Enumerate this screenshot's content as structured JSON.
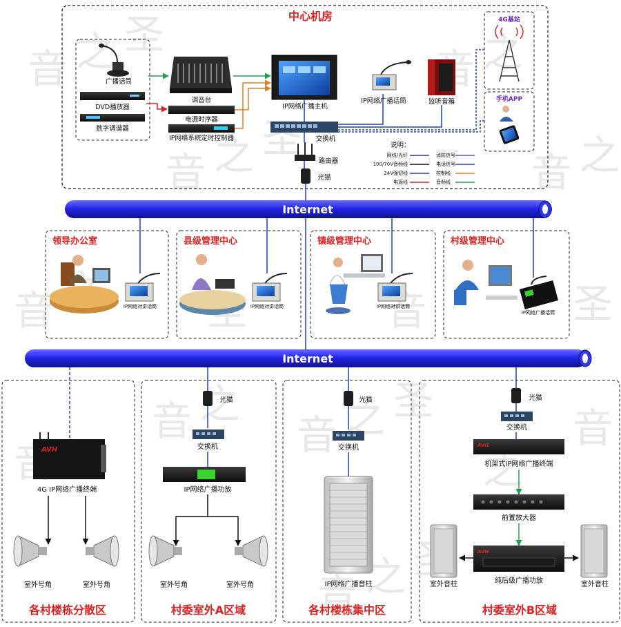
{
  "watermark": [
    "音",
    "之",
    "圣"
  ],
  "central_room": {
    "title": "中心机房",
    "devices": {
      "mic": "广播话筒",
      "dvd": "DVD播放器",
      "tuner": "数字调谐器",
      "mixer": "调音台",
      "power_seq": "电源时序器",
      "timer": "IP网络系统定时控制器",
      "host": "IP网络广播主机",
      "ip_mic": "IP网络广播话筒",
      "monitor_speaker": "监听音箱",
      "switch": "交换机",
      "router": "路由器",
      "modem": "光猫",
      "base_station": "4G基站",
      "app": "手机APP"
    },
    "legend": {
      "title": "说明：",
      "items": [
        {
          "label": "网线/光纤",
          "color": "#1a3fbf"
        },
        {
          "label": "消防信号",
          "color": "#8a3fc7"
        },
        {
          "label": "100/70V音频线",
          "color": "#111111"
        },
        {
          "label": "电话信号",
          "color": "#1a3fbf"
        },
        {
          "label": "24V强切线",
          "color": "#1a3fbf"
        },
        {
          "label": "控制线",
          "color": "#e87b1f"
        },
        {
          "label": "电源线",
          "color": "#e02020"
        },
        {
          "label": "音频线",
          "color": "#1aa34a"
        }
      ]
    }
  },
  "internet_label": "Internet",
  "offices": [
    {
      "title": "领导办公室",
      "device": "IP网络对讲话筒"
    },
    {
      "title": "县级管理中心",
      "device": "IP网络对讲话筒"
    },
    {
      "title": "镇级管理中心",
      "device": "IP网络对讲话筒"
    },
    {
      "title": "村级管理中心",
      "device": "IP网络广播话筒"
    }
  ],
  "zones": [
    {
      "title": "各村楼栋分散区",
      "terminal": "4G IP网络广播终端",
      "speaker1": "室外号角",
      "speaker2": "室外号角"
    },
    {
      "title": "村委室外A区域",
      "modem": "光猫",
      "switch": "交换机",
      "amp": "IP网络广播功放",
      "speaker1": "室外号角",
      "speaker2": "室外号角"
    },
    {
      "title": "各村楼栋集中区",
      "modem": "光猫",
      "switch": "交换机",
      "column": "IP网络广播音柱"
    },
    {
      "title": "村委室外B区域",
      "modem": "光猫",
      "switch": "交换机",
      "terminal": "机架式IP网络广播终端",
      "preamp": "前置放大器",
      "power_amp": "纯后级广播功放",
      "speaker1": "室外音柱",
      "speaker2": "室外音柱"
    }
  ],
  "brand": "AVH"
}
